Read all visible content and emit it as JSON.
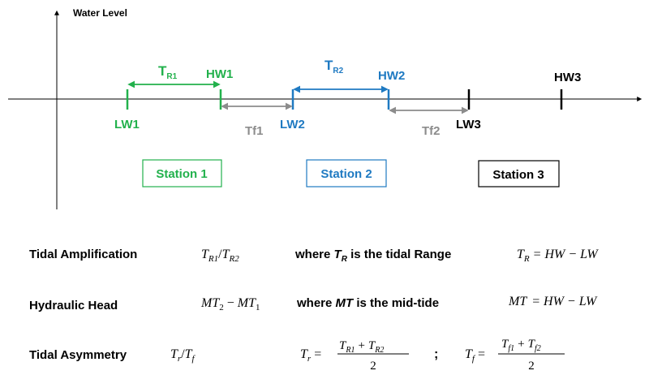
{
  "colors": {
    "green": "#22b14c",
    "blue": "#1f7ac2",
    "gray": "#8c8c8c",
    "black": "#000000"
  },
  "axis": {
    "y_label": "Water Level"
  },
  "stations": [
    {
      "label": "Station 1",
      "lw": "LW1",
      "hw": "HW1",
      "tr": {
        "base": "T",
        "sub": "R1"
      },
      "tf": "Tf1"
    },
    {
      "label": "Station 2",
      "lw": "LW2",
      "hw": "HW2",
      "tr": {
        "base": "T",
        "sub": "R2"
      },
      "tf": "Tf2"
    },
    {
      "label": "Station 3",
      "lw": "LW3",
      "hw": "HW3"
    }
  ],
  "formulas": [
    {
      "name": "Tidal Amplification",
      "expr": {
        "a": "T",
        "a_sub": "R1",
        "sep": "/",
        "b": "T",
        "b_sub": "R2"
      },
      "where_pre": "where",
      "where_sym": "T",
      "where_sub": "R",
      "where_post": "is the tidal Range",
      "def": {
        "lhs": "T",
        "lhs_sub": "R",
        "rhs": "= HW − LW"
      }
    },
    {
      "name": "Hydraulic Head",
      "expr": {
        "a": "MT",
        "a_sub": "2",
        "sep": " − ",
        "b": "MT",
        "b_sub": "1"
      },
      "where_pre": "where",
      "where_sym": "MT",
      "where_post": "is the mid-tide",
      "def": {
        "lhs": "MT",
        "rhs": "= HW − LW"
      }
    },
    {
      "name": "Tidal Asymmetry",
      "expr": {
        "a": "T",
        "a_sub": "r",
        "sep": "/",
        "b": "T",
        "b_sub": "f"
      },
      "frac1": {
        "lhs": "T",
        "lhs_sub": "r",
        "eq": "=",
        "num": {
          "a": "T",
          "a_sub": "R1",
          "op": "+",
          "b": "T",
          "b_sub": "R2"
        },
        "den": "2"
      },
      "semicolon": ";",
      "frac2": {
        "lhs": "T",
        "lhs_sub": "f",
        "eq": "=",
        "num": {
          "a": "T",
          "a_sub": "f1",
          "op": "+",
          "b": "T",
          "b_sub": "f2"
        },
        "den": "2"
      }
    }
  ]
}
